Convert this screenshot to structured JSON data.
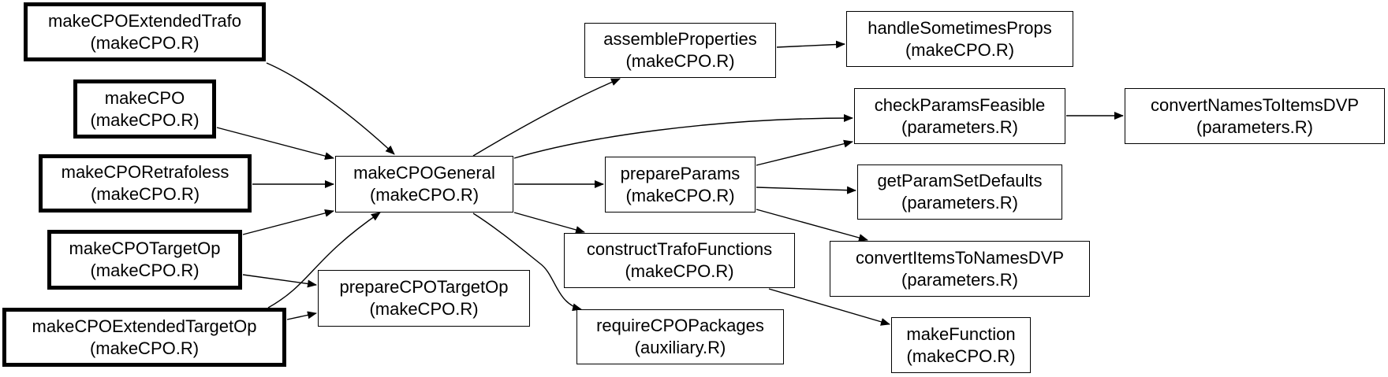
{
  "nodes": {
    "makeCPOExtendedTrafo": {
      "name": "makeCPOExtendedTrafo",
      "file": "(makeCPO.R)"
    },
    "makeCPO": {
      "name": "makeCPO",
      "file": "(makeCPO.R)"
    },
    "makeCPORetrafoless": {
      "name": "makeCPORetrafoless",
      "file": "(makeCPO.R)"
    },
    "makeCPOTargetOp": {
      "name": "makeCPOTargetOp",
      "file": "(makeCPO.R)"
    },
    "makeCPOExtendedTargetOp": {
      "name": "makeCPOExtendedTargetOp",
      "file": "(makeCPO.R)"
    },
    "makeCPOGeneral": {
      "name": "makeCPOGeneral",
      "file": "(makeCPO.R)"
    },
    "prepareCPOTargetOp": {
      "name": "prepareCPOTargetOp",
      "file": "(makeCPO.R)"
    },
    "assembleProperties": {
      "name": "assembleProperties",
      "file": "(makeCPO.R)"
    },
    "prepareParams": {
      "name": "prepareParams",
      "file": "(makeCPO.R)"
    },
    "constructTrafoFunctions": {
      "name": "constructTrafoFunctions",
      "file": "(makeCPO.R)"
    },
    "requireCPOPackages": {
      "name": "requireCPOPackages",
      "file": "(auxiliary.R)"
    },
    "handleSometimesProps": {
      "name": "handleSometimesProps",
      "file": "(makeCPO.R)"
    },
    "checkParamsFeasible": {
      "name": "checkParamsFeasible",
      "file": "(parameters.R)"
    },
    "getParamSetDefaults": {
      "name": "getParamSetDefaults",
      "file": "(parameters.R)"
    },
    "convertItemsToNamesDVP": {
      "name": "convertItemsToNamesDVP",
      "file": "(parameters.R)"
    },
    "makeFunction": {
      "name": "makeFunction",
      "file": "(makeCPO.R)"
    },
    "convertNamesToItemsDVP": {
      "name": "convertNamesToItemsDVP",
      "file": "(parameters.R)"
    }
  },
  "edges": [
    [
      "makeCPOExtendedTrafo",
      "makeCPOGeneral"
    ],
    [
      "makeCPO",
      "makeCPOGeneral"
    ],
    [
      "makeCPORetrafoless",
      "makeCPOGeneral"
    ],
    [
      "makeCPOTargetOp",
      "makeCPOGeneral"
    ],
    [
      "makeCPOTargetOp",
      "prepareCPOTargetOp"
    ],
    [
      "makeCPOExtendedTargetOp",
      "makeCPOGeneral"
    ],
    [
      "makeCPOExtendedTargetOp",
      "prepareCPOTargetOp"
    ],
    [
      "makeCPOGeneral",
      "assembleProperties"
    ],
    [
      "makeCPOGeneral",
      "checkParamsFeasible"
    ],
    [
      "makeCPOGeneral",
      "prepareParams"
    ],
    [
      "makeCPOGeneral",
      "constructTrafoFunctions"
    ],
    [
      "makeCPOGeneral",
      "requireCPOPackages"
    ],
    [
      "assembleProperties",
      "handleSometimesProps"
    ],
    [
      "prepareParams",
      "checkParamsFeasible"
    ],
    [
      "prepareParams",
      "getParamSetDefaults"
    ],
    [
      "prepareParams",
      "convertItemsToNamesDVP"
    ],
    [
      "checkParamsFeasible",
      "convertNamesToItemsDVP"
    ],
    [
      "constructTrafoFunctions",
      "makeFunction"
    ]
  ]
}
